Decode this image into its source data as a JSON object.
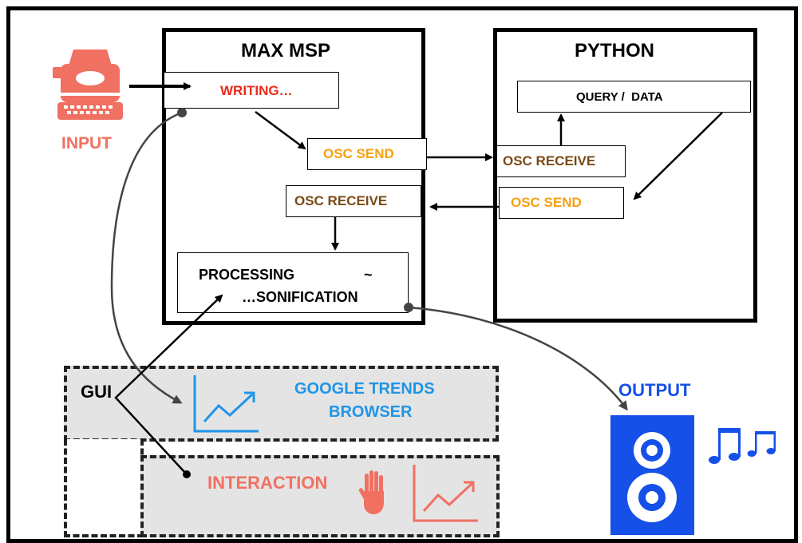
{
  "colors": {
    "input": "#f07062",
    "writing": "#ef2a1c",
    "osc_send": "#f5a013",
    "osc_receive": "#7b4a14",
    "gui_text": "#1f95e8",
    "output": "#1550e8",
    "gui_bg": "#e4e4e4"
  },
  "input": {
    "label": "INPUT",
    "icon": "typewriter-icon"
  },
  "max": {
    "title": "MAX MSP",
    "writing": "WRITING…",
    "osc_send": "OSC SEND",
    "osc_receive": "OSC RECEIVE",
    "processing_line1": "PROCESSING",
    "processing_tilde": "~",
    "processing_line2": "…SONIFICATION"
  },
  "python": {
    "title": "PYTHON",
    "query": "QUERY /  DATA",
    "osc_receive": "OSC RECEIVE",
    "osc_send": "OSC SEND"
  },
  "gui": {
    "label": "GUI",
    "trends_line1": "GOOGLE TRENDS",
    "trends_line2": "BROWSER",
    "interaction": "INTERACTION",
    "chart_icon": "trend-chart-icon",
    "hand_icon": "hand-icon"
  },
  "output": {
    "label": "OUTPUT",
    "icon": "speaker-icon",
    "notes_icon": "music-notes-icon"
  }
}
